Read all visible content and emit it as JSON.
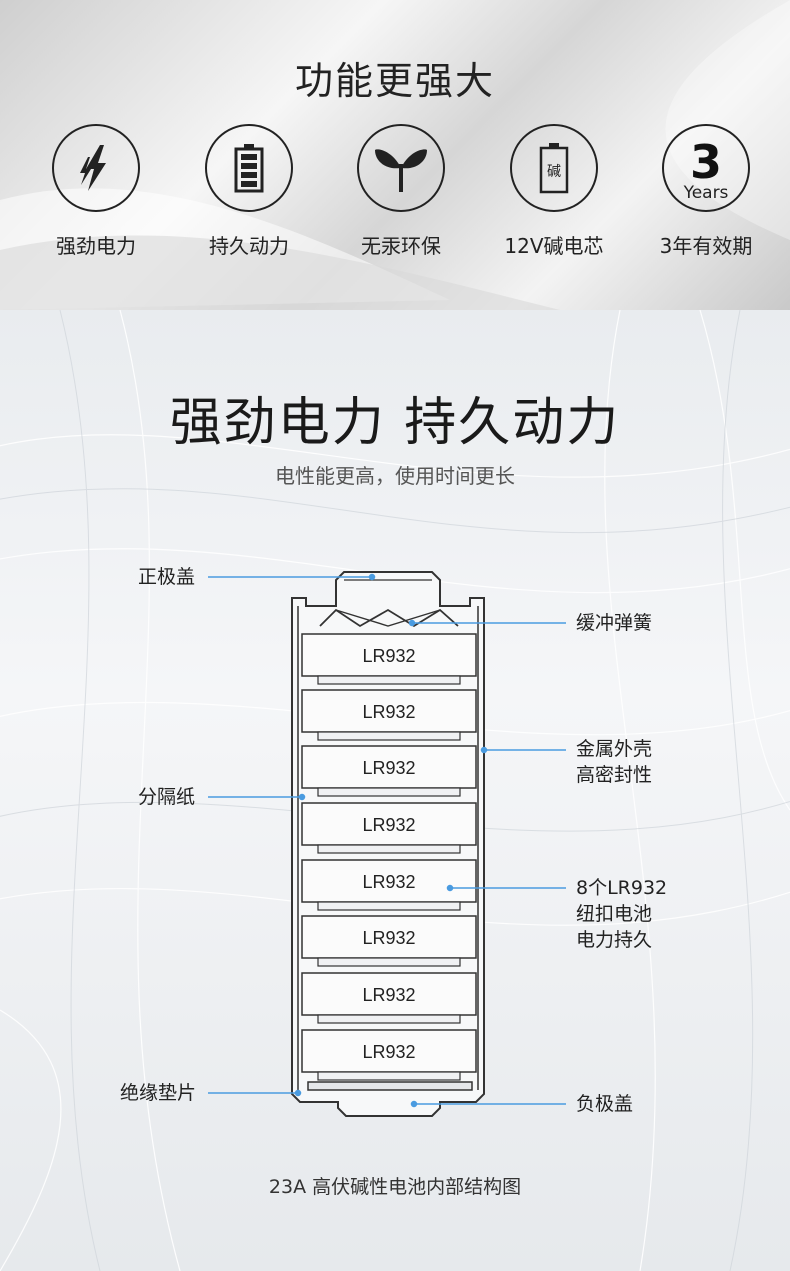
{
  "features": {
    "title": "功能更强大",
    "items": [
      {
        "label": "强劲电力",
        "icon": "lightning-icon"
      },
      {
        "label": "持久动力",
        "icon": "battery-full-icon"
      },
      {
        "label": "无汞环保",
        "icon": "sprout-icon"
      },
      {
        "label": "12V碱电芯",
        "icon": "alkaline-cell-icon",
        "icon_text": "碱"
      },
      {
        "label": "3年有效期",
        "icon": "three-years-icon",
        "icon_number": "3",
        "icon_text": "Years"
      }
    ]
  },
  "structure": {
    "title": "强劲电力 持久动力",
    "subtitle": "电性能更高，使用时间更长",
    "callouts": {
      "positive_cap": "正极盖",
      "buffer_spring": "缓冲弹簧",
      "metal_shell_line1": "金属外壳",
      "metal_shell_line2": "高密封性",
      "separator_paper": "分隔纸",
      "cells_line1": "8个LR932",
      "cells_line2": "纽扣电池",
      "cells_line3": "电力持久",
      "insulation_pad": "绝缘垫片",
      "negative_cap": "负极盖"
    },
    "cells": [
      "LR932",
      "LR932",
      "LR932",
      "LR932",
      "LR932",
      "LR932",
      "LR932",
      "LR932"
    ],
    "caption": "23A 高伏碱性电池内部结构图"
  },
  "colors": {
    "callout_line": "#4a9be0",
    "outline": "#333333",
    "text": "#222222"
  }
}
